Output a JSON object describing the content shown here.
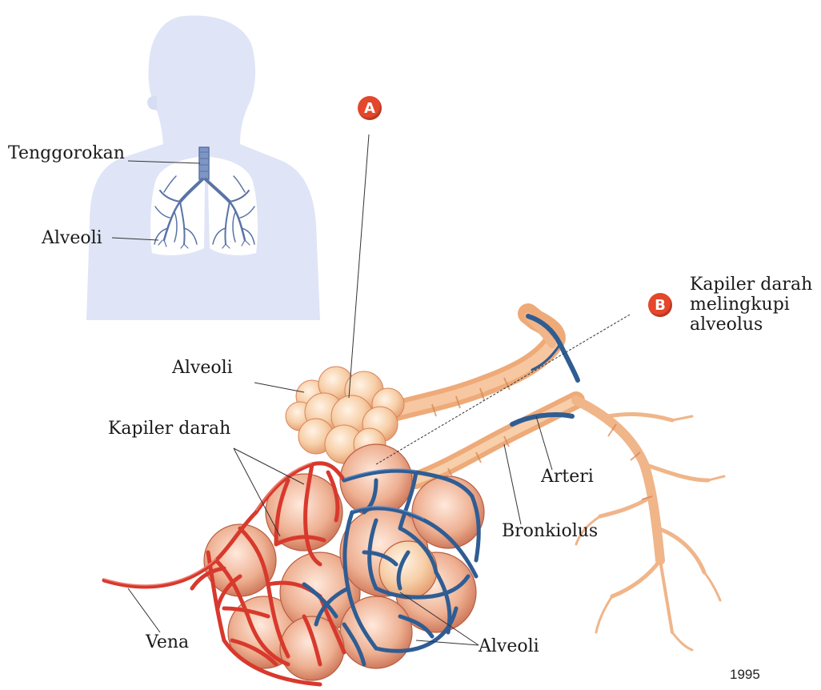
{
  "labels": {
    "tenggorokan": "Tenggorokan",
    "alveoli_top": "Alveoli",
    "alveoli_mid": "Alveoli",
    "kapiler_darah": "Kapiler darah",
    "arteri": "Arteri",
    "bronkiolus": "Bronkiolus",
    "vena": "Vena",
    "alveoli_bottom": "Alveoli",
    "kapiler_b_line1": "Kapiler darah",
    "kapiler_b_line2": "melingkupi",
    "kapiler_b_line3": "alveolus"
  },
  "markers": {
    "a": "A",
    "b": "B"
  },
  "year": "1995",
  "colors": {
    "silhouette": "#dfe5f6",
    "lung_tree": "#5a73a6",
    "marker": "#e4472b",
    "artery_red": "#d8392d",
    "vein_blue": "#2f5d93",
    "alveolus_peach": "#f6c9a3",
    "bronchiole": "#eeaa78"
  }
}
